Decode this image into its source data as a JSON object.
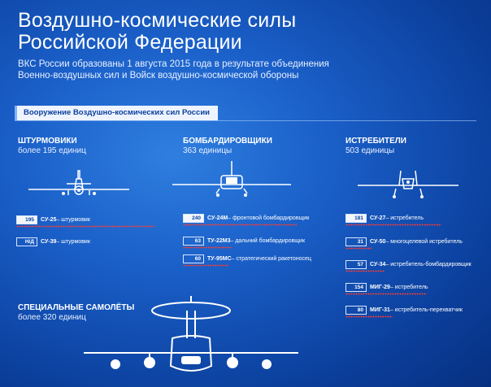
{
  "header": {
    "title_line1": "Воздушно-космические силы",
    "title_line2": "Российской Федерации",
    "subtitle_line1": "ВКС России образованы 1 августа 2015 года в результате объединения",
    "subtitle_line2": "Военно-воздушных сил и Войск воздушно-космической обороны"
  },
  "section": {
    "title": "Вооружение Воздушно-космических сил России"
  },
  "categories": {
    "attack": {
      "title": "ШТУРМОВИКИ",
      "count": "более 195 единиц",
      "items": [
        {
          "num": "195",
          "model": "СУ-25",
          "desc": " – штурмовик"
        },
        {
          "num": "Н/Д",
          "model": "СУ-39",
          "desc": " – штурмовик"
        }
      ]
    },
    "bombers": {
      "title": "БОМБАРДИРОВЩИКИ",
      "count": "363 единицы",
      "items": [
        {
          "num": "240",
          "model": "СУ-24М",
          "desc": " – фронтовой бомбардировщик"
        },
        {
          "num": "63",
          "model": "ТУ-22М3",
          "desc": " – дальний бомбардировщик"
        },
        {
          "num": "60",
          "model": "ТУ-95МС",
          "desc": " – стратегический ракетоносец"
        }
      ]
    },
    "fighters": {
      "title": "ИСТРЕБИТЕЛИ",
      "count": "503 единицы",
      "items": [
        {
          "num": "181",
          "model": "СУ-27",
          "desc": " – истребитель"
        },
        {
          "num": "31",
          "model": "СУ-50",
          "desc": " – многоцелевой истребитель"
        },
        {
          "num": "57",
          "model": "СУ-34",
          "desc": " – истребитель-бомбардировщик"
        },
        {
          "num": "154",
          "model": "МИГ-29",
          "desc": " – истребитель"
        },
        {
          "num": "80",
          "model": "МИГ-31",
          "desc": " – истребитель-перехватчик"
        }
      ]
    },
    "special": {
      "title": "СПЕЦИАЛЬНЫЕ САМОЛЁТЫ",
      "count": "более 320 единиц"
    }
  },
  "colors": {
    "background": "#1a5fc8",
    "dots": "#ff3b30",
    "banner": "#eef4ff"
  }
}
